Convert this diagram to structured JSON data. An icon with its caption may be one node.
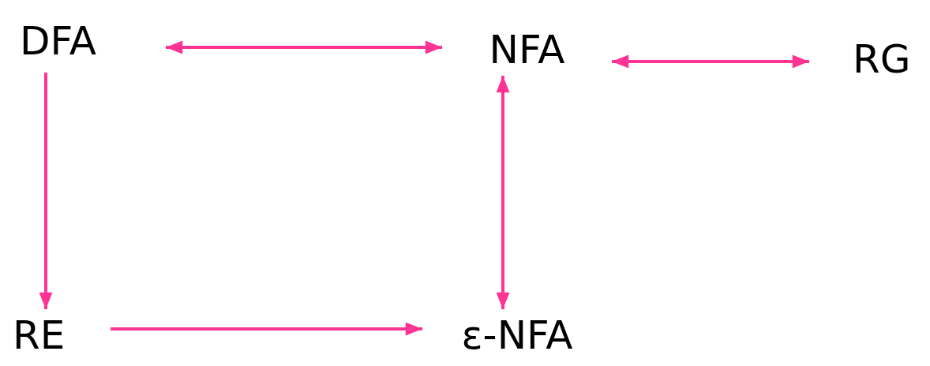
{
  "diagram": {
    "nodes": [
      {
        "text": [
          "DFA"
        ]
      },
      {
        "text": [
          "NFA"
        ]
      },
      {
        "text": [
          "RG"
        ]
      },
      {
        "text": [
          "RE"
        ]
      },
      {
        "text": [
          "ε-NFA"
        ]
      }
    ],
    "edges": [
      {
        "from": 0,
        "to": 1,
        "arrow": "both"
      },
      {
        "from": 1,
        "to": 2,
        "arrow": "both"
      },
      {
        "from": 0,
        "to": 3,
        "arrow": "to"
      },
      {
        "from": 1,
        "to": 4,
        "arrow": "both"
      },
      {
        "from": 3,
        "to": 4,
        "arrow": "to"
      }
    ]
  }
}
